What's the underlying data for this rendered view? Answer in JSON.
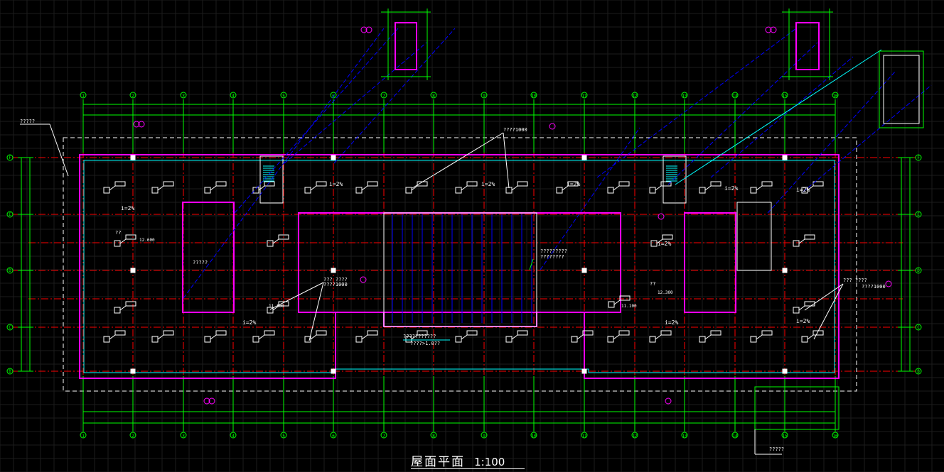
{
  "title": {
    "main": "屋面平面",
    "scale": "1:100"
  },
  "colors": {
    "background": "#000000",
    "grid": "#1c1c1c",
    "axis": "#ff0000",
    "dimension": "#00ff00",
    "wall": "#ff00ff",
    "drain_pipe": "#0000ff",
    "annotation": "#00ffff",
    "text": "#ffffff"
  },
  "axis_labels": {
    "top": [
      "1",
      "2",
      "3",
      "4",
      "5",
      "6",
      "7",
      "8",
      "9",
      "10",
      "11",
      "12",
      "13",
      "14",
      "15",
      "16"
    ],
    "left": [
      "F",
      "E",
      "D",
      "C",
      "B"
    ]
  },
  "slope_labels": [
    "i=2%",
    "i=2%",
    "i=2%",
    "i=2%",
    "i=2%",
    "i=2%",
    "i=2%",
    "i=2%",
    "i=2%",
    "i=2%"
  ],
  "elevations": [
    "12.600",
    "12.300",
    "11.100",
    "11.100"
  ],
  "notes": {
    "n1": "?????",
    "n2": "?????",
    "n3": "?????????",
    "n4": "????????",
    "n5": "???????????",
    "n6": "????>1.0??",
    "n7": "????1000",
    "n8": "????1000",
    "n9": "????1000",
    "n10": "?????",
    "n11": "??",
    "n12": "??",
    "n13": "??? ????",
    "n14": "??? ????"
  }
}
